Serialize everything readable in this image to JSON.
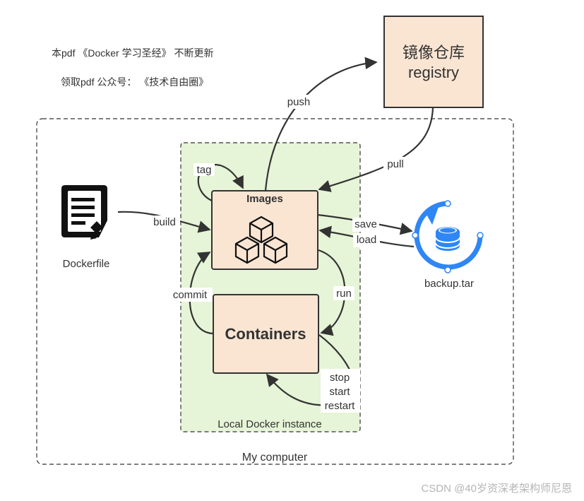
{
  "header": {
    "line1": "本pdf 《Docker 学习圣经》 不断更新",
    "line2": "领取pdf 公众号：  《技术自由圈》"
  },
  "registry": {
    "line1": "镜像仓库",
    "line2": "registry"
  },
  "dockerfile": {
    "label": "Dockerfile",
    "icon": "document-edit-icon"
  },
  "images": {
    "label": "Images",
    "icon": "stacked-cubes-icon"
  },
  "containers": {
    "label": "Containers"
  },
  "backup": {
    "label": "backup.tar",
    "icon": "database-backup-icon"
  },
  "arrows": {
    "push": "push",
    "pull": "pull",
    "tag": "tag",
    "build": "build",
    "save": "save",
    "load": "load",
    "commit": "commit",
    "run": "run",
    "stop": "stop",
    "start": "start",
    "restart": "restart"
  },
  "local_instance": {
    "label": "Local Docker instance"
  },
  "my_computer": {
    "label": "My computer"
  },
  "watermark": "CSDN @40岁资深老架构师尼恩",
  "colors": {
    "node_fill": "#fae5d3",
    "local_fill": "#e6f4d7",
    "stroke": "#333333",
    "accent_blue": "#2f86f5"
  }
}
